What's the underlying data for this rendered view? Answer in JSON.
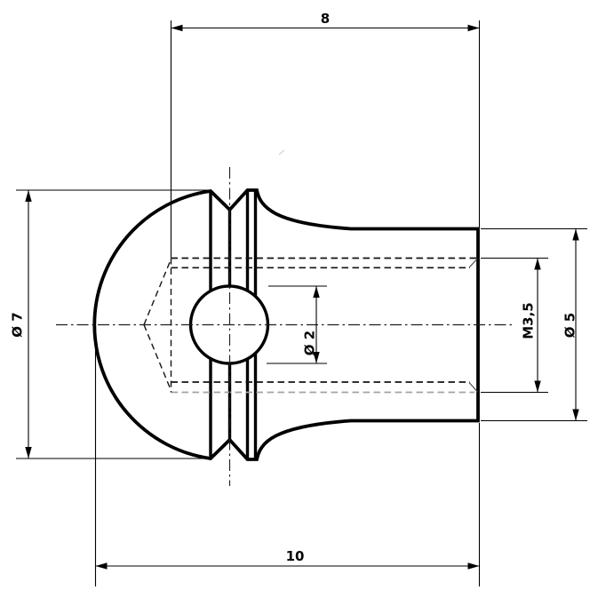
{
  "drawing": {
    "type": "technical-drawing",
    "background": "#ffffff",
    "colors": {
      "outline": "#000000",
      "hidden_line": "#131313",
      "hidden_line_gray": "#a3a3a3",
      "centerline": "#1f1f1f",
      "text": "#050505"
    },
    "dims": {
      "thread_depth": {
        "label": "8"
      },
      "overall_length": {
        "label": "10"
      },
      "ball_diameter": {
        "label": "Ø 7"
      },
      "cross_hole": {
        "label": "Ø 2"
      },
      "thread": {
        "label": "M3,5"
      },
      "shank_diameter": {
        "label": "Ø 5"
      }
    }
  }
}
